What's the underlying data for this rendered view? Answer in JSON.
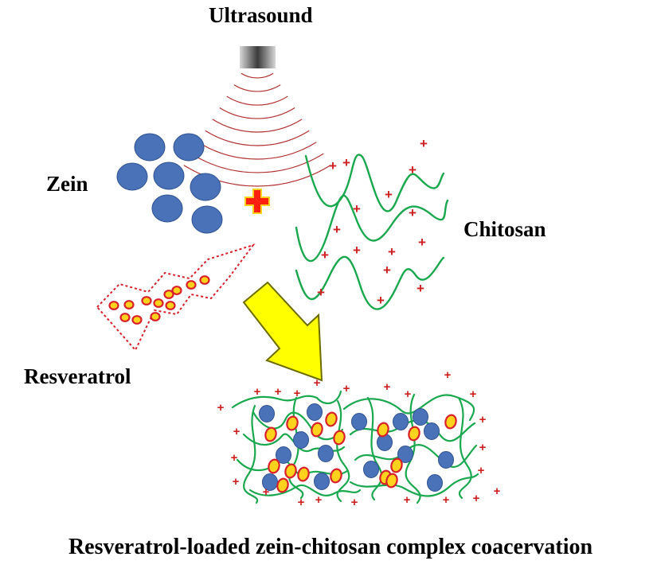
{
  "labels": {
    "ultrasound": "Ultrasound",
    "zein": "Zein",
    "chitosan": "Chitosan",
    "resveratrol": "Resveratrol",
    "caption": "Resveratrol-loaded zein-chitosan complex coacervation"
  },
  "symbols": {
    "charge": "+"
  },
  "colors": {
    "zein_particle": "#4a72b8",
    "zein_outline": "#2f5290",
    "chitosan_chain": "#1aa84e",
    "charge": "#cc1f1f",
    "resveratrol_core": "#ffd21e",
    "resveratrol_ring": "#d8202a",
    "arrow_fill": "#ffff00",
    "arrow_outline": "#6b6b00",
    "plus_fill": "#ff2010",
    "plus_outline": "#ffd21e",
    "transducer": "#505050",
    "wave": "#b03030"
  }
}
